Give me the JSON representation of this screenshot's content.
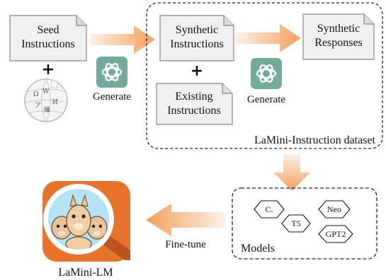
{
  "colors": {
    "doc_fill": "#f0f0f0",
    "doc_stroke": "#888888",
    "arrow_from": "#fdeee2",
    "arrow_to": "#f2a15c",
    "openai_tile": "#74aa9c",
    "logo_bg": "#e8742c",
    "lens_ring": "#ffffff",
    "lens_fill": "#b3e3f4"
  },
  "inputs": {
    "seed": [
      "Seed",
      "Instructions"
    ],
    "plus_left": "+",
    "wikipedia_icon": "wikipedia-globe-icon"
  },
  "generate_left": {
    "icon": "openai-logo-icon",
    "label": "Generate"
  },
  "dataset": {
    "synthetic_instructions": [
      "Synthetic",
      "Instructions"
    ],
    "plus_middle": "+",
    "existing_instructions": [
      "Existing",
      "Instructions"
    ],
    "generate_icon": "openai-logo-icon",
    "generate_label": "Generate",
    "synthetic_responses": [
      "Synthetic",
      "Responses"
    ],
    "caption": "LaMini-Instruction dataset"
  },
  "models": {
    "title": "Models",
    "items": [
      "C.",
      "Neo",
      "T5",
      "GPT2"
    ]
  },
  "output": {
    "edge_label": "Fine-tune",
    "logo_icon": "lamini-alpaca-magnifier-icon",
    "name": "LaMini-LM"
  }
}
